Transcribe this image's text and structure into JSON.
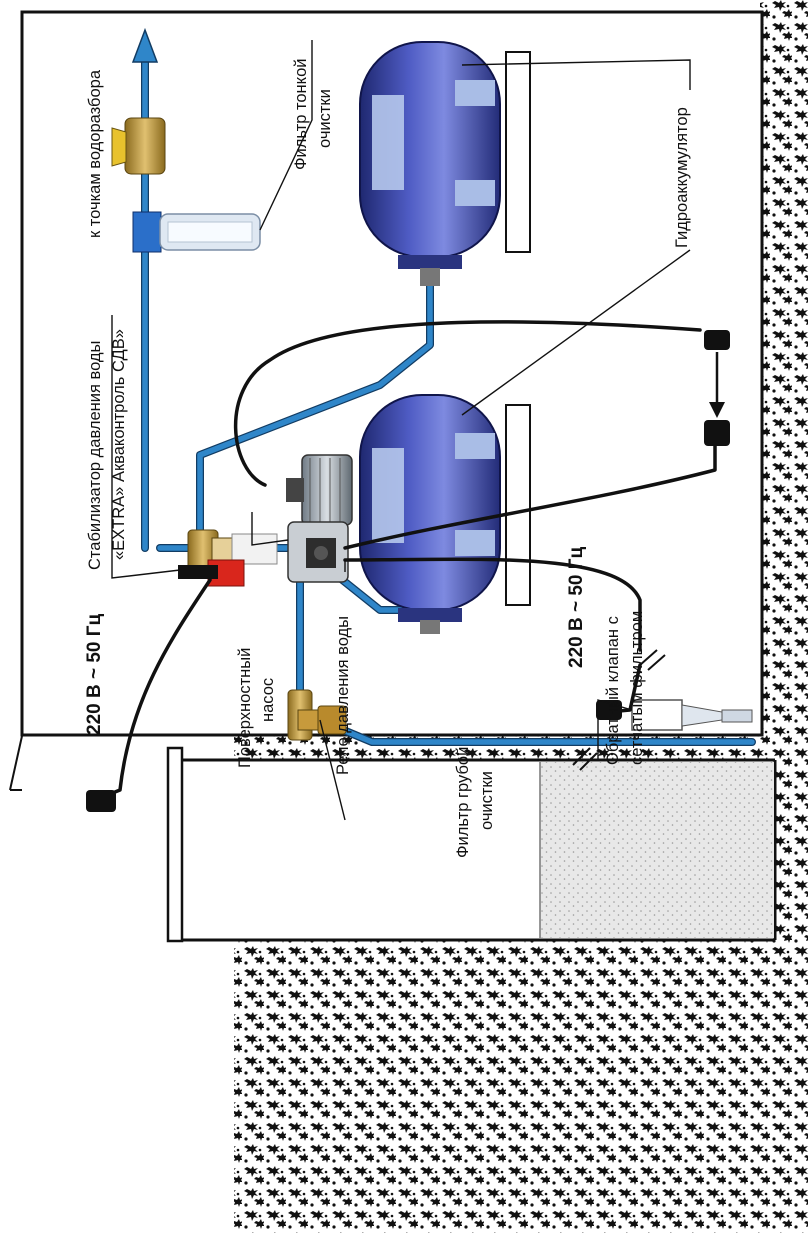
{
  "labels": {
    "points_of_use": "к точкам водоразбора",
    "fine_filter_line1": "Фильтр тонкой",
    "fine_filter_line2": "очистки",
    "accumulator": "Гидроаккумулятор",
    "stabilizer_line1": "Стабилизатор давления воды",
    "stabilizer_line2": "«EXTRA» Акваконтроль СДВ»",
    "pump_line1": "Поверхностный",
    "pump_line2": "насос",
    "pressure_relay": "Реле давления воды",
    "coarse_filter_line1": "Фильтр грубой",
    "coarse_filter_line2": "очистки",
    "check_valve_line1": "Обратный клапан с",
    "check_valve_line2": "сетчатым фильтром",
    "power_left": "220 В ~ 50 Гц",
    "power_right": "220 В ~ 50 Гц"
  },
  "colors": {
    "pipe": "#2f86c9",
    "tank": "#3b47a6",
    "soil": "#111111",
    "water": "#e6e6e6"
  }
}
